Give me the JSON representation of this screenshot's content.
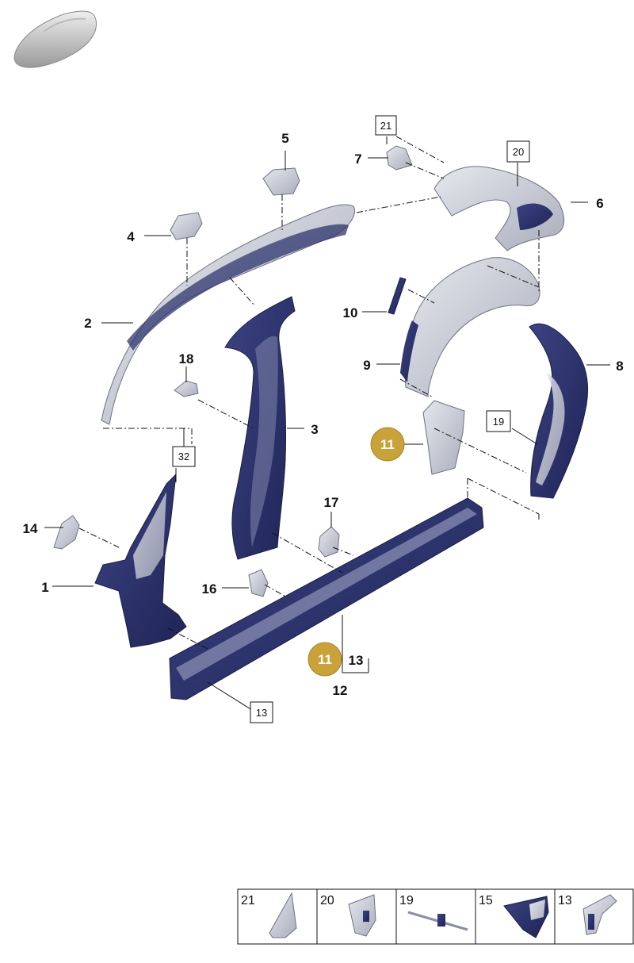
{
  "diagram": {
    "callouts": {
      "c1": "1",
      "c2": "2",
      "c3": "3",
      "c4": "4",
      "c5": "5",
      "c6": "6",
      "c7": "7",
      "c8": "8",
      "c9": "9",
      "c10": "10",
      "c12": "12",
      "c13": "13",
      "c14": "14",
      "c16": "16",
      "c17": "17",
      "c18": "18"
    },
    "boxed_refs": {
      "b21": "21",
      "b20": "20",
      "b19": "19",
      "b32": "32",
      "b13": "13"
    },
    "highlight_markers": {
      "m11a": "11",
      "m11b": "11"
    },
    "colors": {
      "highlight_gold": "#c9a23a",
      "part_inner": "#2f3670",
      "part_outer": "#c9ccd6",
      "leader": "#111111"
    }
  },
  "legend": {
    "cells": [
      {
        "label": "21",
        "icon": "triangle-bracket-icon"
      },
      {
        "label": "20",
        "icon": "gusset-bracket-icon"
      },
      {
        "label": "19",
        "icon": "rod-bracket-icon"
      },
      {
        "label": "15",
        "icon": "plate-bracket-icon"
      },
      {
        "label": "13",
        "icon": "angle-bracket-icon"
      }
    ]
  }
}
